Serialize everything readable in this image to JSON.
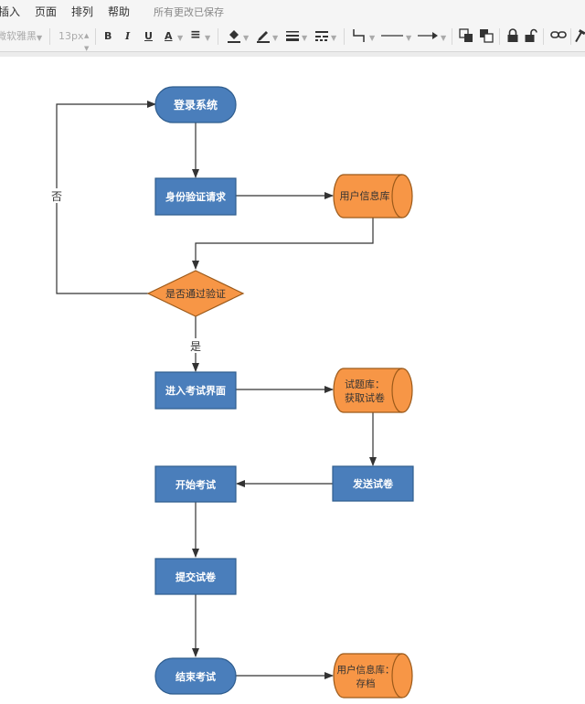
{
  "menu": {
    "insert": "插入",
    "page": "页面",
    "arrange": "排列",
    "help": "帮助",
    "saved_status": "所有更改已保存"
  },
  "toolbar": {
    "font_family": "微软雅黑",
    "font_size": "13px",
    "bold": "B",
    "italic": "I",
    "underline": "U",
    "font_color": "A",
    "icons": [
      "align-left-icon",
      "fill-bucket-icon",
      "pen-icon",
      "line-weight-icon",
      "dash-style-icon",
      "connector-icon",
      "line-style-icon",
      "arrow-style-icon",
      "bring-front-icon",
      "send-back-icon",
      "lock-icon",
      "unlock-icon",
      "link-icon",
      "hammer-icon"
    ]
  },
  "diagram": {
    "colors": {
      "blue": "#4a7ebb",
      "orange": "#f79646",
      "blue_stroke": "#2f5d8e",
      "orange_stroke": "#9c5a1a"
    },
    "nodes": {
      "login": "登录系统",
      "auth_request": "身份验证请求",
      "user_db": "用户信息库",
      "decision": "是否通过验证",
      "enter_exam": "进入考试界面",
      "question_bank_line1": "试题库：",
      "question_bank_line2": "获取试卷",
      "send_paper": "发送试卷",
      "start_exam": "开始考试",
      "submit_paper": "提交试卷",
      "end_exam": "结束考试",
      "user_db_store_line1": "用户信息库：",
      "user_db_store_line2": "存档"
    },
    "edge_labels": {
      "no": "否",
      "yes": "是"
    }
  }
}
